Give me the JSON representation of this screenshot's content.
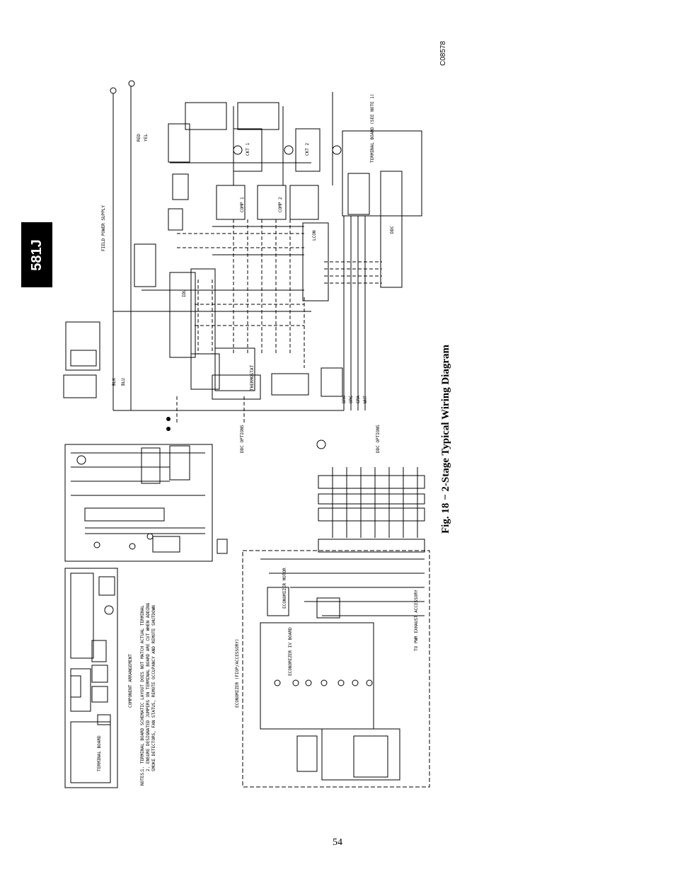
{
  "section_tab": "581J",
  "drawing_code": "C08578",
  "figure_caption": "Fig. 18 − 2-Stage Typical Wiring Diagram",
  "page_number": "54",
  "diagram_labels": {
    "component_arrangement": "COMPONENT ARRANGEMENT",
    "terminal_board": "TERMINAL BOARD",
    "terminal_board_note": "TERMINAL BOARD (SEE NOTE 1)",
    "economizer": "ECONOMIZER (FIOP/ACCESSORY)",
    "economizer_board": "ECONOMIZER IV BOARD",
    "economizer_motor": "ECONOMIZER MOTOR",
    "thermostat": "THERMOSTAT",
    "ddc": "DDC",
    "idu": "IDU",
    "lcon": "LCON",
    "comp1": "COMP 1",
    "comp2": "COMP 2",
    "ckt1": "CKT 1",
    "ckt2": "CKT 2",
    "notes_heading": "NOTES:",
    "note_1": "1. TERMINAL BOARD SCHEMATIC LAYOUT DOES NOT MATCH ACTUAL TERMINAL",
    "note_2": "2. ENSURE DESIGNATED JUMPERS ON TERMINAL BOARD ARE CUT WHEN ADDING",
    "note_3": "SMOKE DETECTORS, FAN STATUS, REMOTE OCCUPANCY AND REMOTE SHUTDOWN",
    "to_pwr_exhaust": "TO PWR EXHAUST ACCESSORY",
    "field_power_supply": "FIELD POWER SUPPLY",
    "ddc_options": "DDC OPTIONS",
    "blk": "BLK",
    "blu": "BLU",
    "red": "RED",
    "yel": "YEL",
    "brn": "BRN",
    "org": "ORG",
    "gra": "GRA",
    "wht": "WHT"
  },
  "colors": {
    "ink": "#000000",
    "paper": "#ffffff",
    "tab_fill": "#000000",
    "tab_text": "#ffffff"
  }
}
